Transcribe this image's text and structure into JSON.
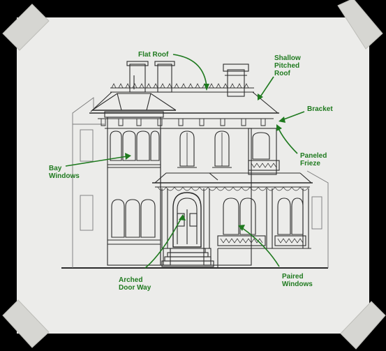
{
  "colors": {
    "background": "#000000",
    "paper": "#ececea",
    "tape": "#d6d6d2",
    "ink": "#2b2b2b",
    "label": "#1f7a1f"
  },
  "labels": {
    "flat_roof": "Flat Roof",
    "shallow_pitched_roof": [
      "Shallow",
      "Pitched",
      "Roof"
    ],
    "bracket": "Bracket",
    "paneled_frieze": [
      "Paneled",
      "Frieze"
    ],
    "bay_windows": [
      "Bay",
      "Windows"
    ],
    "arched_door_way": [
      "Arched",
      "Door Way"
    ],
    "paired_windows": [
      "Paired",
      "Windows"
    ]
  }
}
